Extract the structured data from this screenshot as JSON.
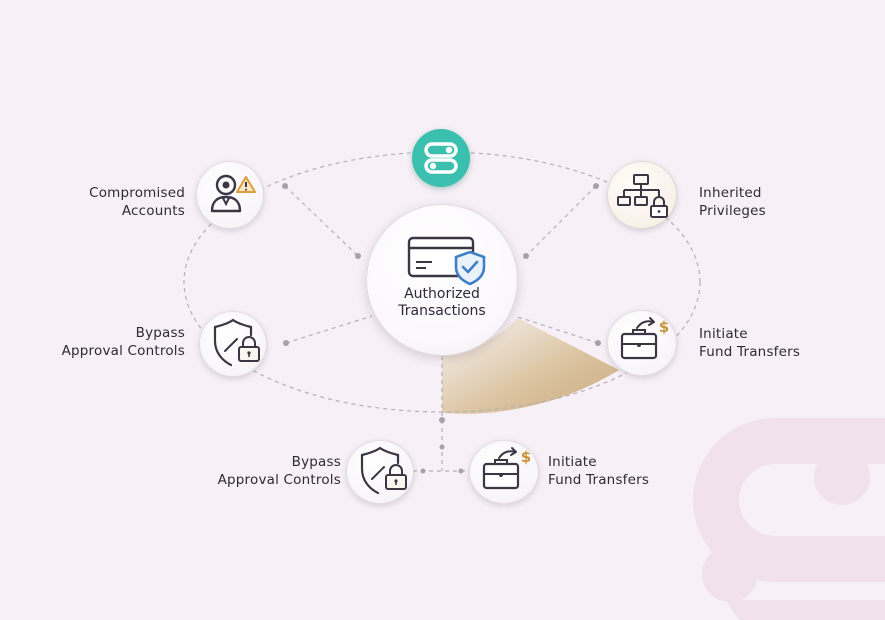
{
  "center": {
    "line1": "Authorized",
    "line2": "Transactions"
  },
  "nodes": {
    "compromised_accounts": {
      "line1": "Compromised",
      "line2": "Accounts"
    },
    "inherited_privileges": {
      "line1": "Inherited",
      "line2": "Privileges"
    },
    "bypass_approval_upper": {
      "line1": "Bypass",
      "line2": "Approval Controls"
    },
    "initiate_fund_upper": {
      "line1": "Initiate",
      "line2": "Fund Transfers"
    },
    "bypass_approval_lower": {
      "line1": "Bypass",
      "line2": "Approval Controls"
    },
    "initiate_fund_lower": {
      "line1": "Initiate",
      "line2": "Fund Transfers"
    }
  },
  "icons": {
    "brand": "brand-logo-icon",
    "center": "credit-card-shield-icon",
    "compromised": "user-warning-icon",
    "inherited": "hierarchy-lock-icon",
    "bypass": "shield-lock-icon",
    "initiate": "briefcase-dollar-icon"
  },
  "colors": {
    "background": "#f7f0f6",
    "brand": "#3bbfae",
    "accent_blue": "#3f7fc4",
    "dollar_gold": "#c8923a",
    "warning_amber": "#d9a03a",
    "text": "#2e2a36"
  }
}
